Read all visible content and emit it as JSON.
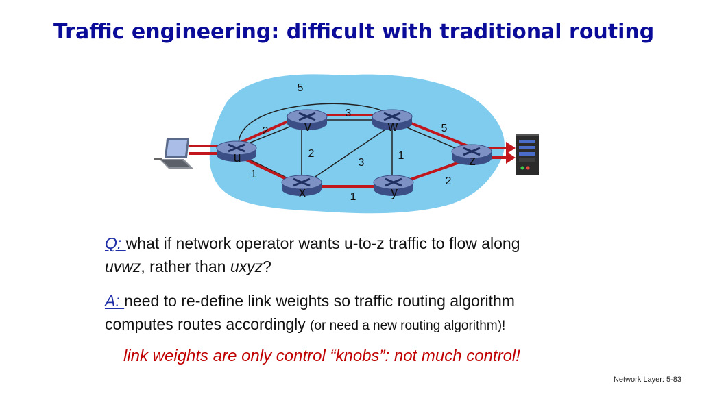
{
  "slide": {
    "title": "Traffic engineering: difficult with traditional routing",
    "q": {
      "key": "Q: ",
      "text1": "what if network operator wants u-to-z traffic to flow along",
      "path1": "uvwz",
      "text2": ", rather than ",
      "path2": "uxyz",
      "text3": "?"
    },
    "a": {
      "key": "A: ",
      "text1": "need to re-define link weights so traffic routing algorithm",
      "text2": "computes routes accordingly ",
      "small": "(or need a new routing algorithm)!"
    },
    "note": "link weights are only control “knobs”: not much control!",
    "footer": "Network Layer: 5-83"
  },
  "network": {
    "nodes": [
      {
        "id": "u",
        "label": "u"
      },
      {
        "id": "v",
        "label": "v"
      },
      {
        "id": "w",
        "label": "w"
      },
      {
        "id": "x",
        "label": "x"
      },
      {
        "id": "y",
        "label": "y"
      },
      {
        "id": "z",
        "label": "z"
      }
    ],
    "links": [
      {
        "from": "u",
        "to": "v",
        "weight": "2"
      },
      {
        "from": "u",
        "to": "x",
        "weight": "1"
      },
      {
        "from": "u",
        "to": "w",
        "weight": "5"
      },
      {
        "from": "v",
        "to": "w",
        "weight": "3"
      },
      {
        "from": "v",
        "to": "x",
        "weight": "2"
      },
      {
        "from": "x",
        "to": "w",
        "weight": "3"
      },
      {
        "from": "w",
        "to": "y",
        "weight": "1"
      },
      {
        "from": "x",
        "to": "y",
        "weight": "1"
      },
      {
        "from": "w",
        "to": "z",
        "weight": "5"
      },
      {
        "from": "y",
        "to": "z",
        "weight": "2"
      }
    ],
    "colors": {
      "cloud": "#80ccee",
      "path": "#c0161c",
      "link": "#222222",
      "router": "#5a6fa6"
    }
  }
}
